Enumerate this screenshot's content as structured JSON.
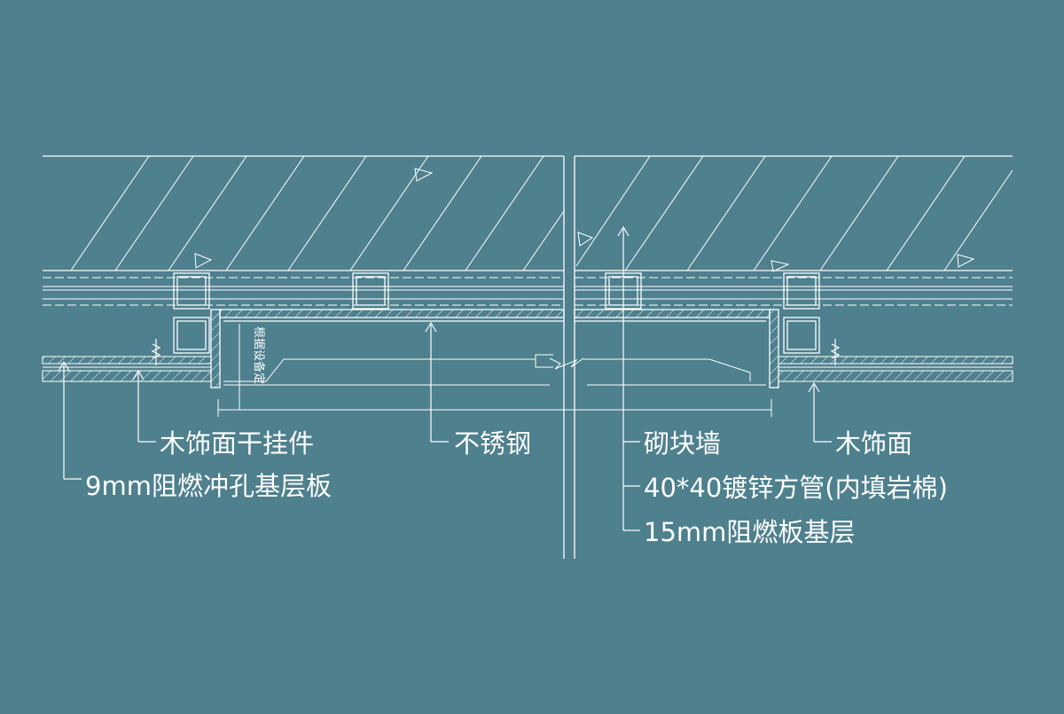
{
  "colors": {
    "background": "#4e808e",
    "line": "#ffffff"
  },
  "labels": {
    "wood_hanger": "木饰面干挂件",
    "perforated_board": "9mm阻燃冲孔基层板",
    "stainless_steel": "不锈钢",
    "block_wall": "砌块墙",
    "wood_finish": "木饰面",
    "galvanized_tube": "40*40镀锌方管(内填岩棉)",
    "fire_board": "15mm阻燃板基层"
  },
  "notes": {
    "vertical_annotation": "根据设备定"
  }
}
